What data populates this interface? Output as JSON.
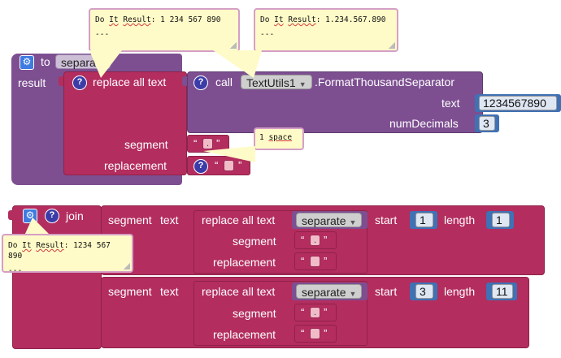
{
  "colors": {
    "procedure": "#7d4f91",
    "text_block": "#b32d5e",
    "text_block_dark": "#8f2249",
    "component": "#7d4f91",
    "number_block": "#3f71b5",
    "bubble_bg": "#fffbc8",
    "bubble_border": "#d59fc6"
  },
  "bubbles": {
    "top_left": {
      "prefix": "Do ",
      "it": "It",
      "result": "Result",
      "value": ": 1 234 567 890",
      "line2": "---"
    },
    "top_right": {
      "prefix": "Do ",
      "it": "It",
      "result": "Result",
      "value": ": 1.234.567.890",
      "line2": "---"
    },
    "space": {
      "number": "1 ",
      "word": "space"
    },
    "join": {
      "prefix": "Do ",
      "it": "It",
      "result": "Result",
      "value": ": 1234 567 890",
      "line2": "---"
    }
  },
  "top": {
    "to_label": "to",
    "proc_name": "separate",
    "result_label": "result",
    "replace_all_label": "replace all text",
    "call_label": "call",
    "component_name": "TextUtils1",
    "method_name": ".FormatThousandSeparator",
    "text_label": "text",
    "text_value": "1234567890",
    "numdecimals_label": "numDecimals",
    "numdecimals_value": "3",
    "segment_label": "segment",
    "segment_value": ".",
    "replacement_label": "replacement",
    "replacement_value": "",
    "quote_open": "“",
    "quote_close": "”"
  },
  "bottom": {
    "join_label": "join",
    "rows": [
      {
        "segment_label": "segment",
        "text_label": "text",
        "replace_all_label": "replace all text",
        "proc_call": "separate",
        "segment_sub_label": "segment",
        "segment_value": ".",
        "replacement_label": "replacement",
        "replacement_value": "",
        "start_label": "start",
        "start_value": "1",
        "length_label": "length",
        "length_value": "1"
      },
      {
        "segment_label": "segment",
        "text_label": "text",
        "replace_all_label": "replace all text",
        "proc_call": "separate",
        "segment_sub_label": "segment",
        "segment_value": ".",
        "replacement_label": "replacement",
        "replacement_value": "",
        "start_label": "start",
        "start_value": "3",
        "length_label": "length",
        "length_value": "11"
      }
    ]
  },
  "icons": {
    "gear": "gear-icon",
    "question": "question-icon",
    "dropdown": "dropdown-arrow-icon"
  }
}
